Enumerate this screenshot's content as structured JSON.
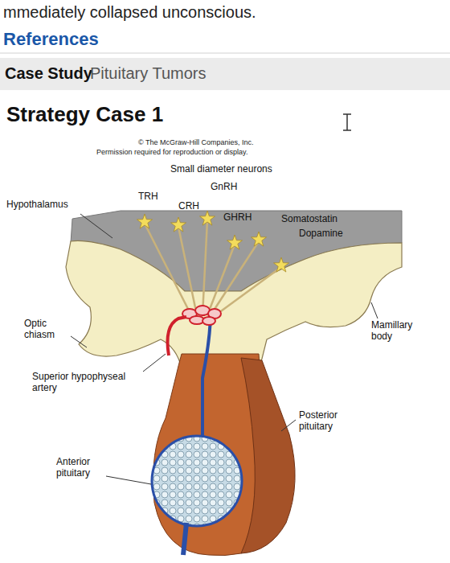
{
  "diagram": {
    "title": "Strategy Case 1",
    "labels": [
      "mmediately collapsed unconscious.",
      "References",
      "Case Study",
      "Pituitary Tumors",
      "© The McGraw-Hill Companies, Inc.",
      "Permission required for reproduction or display.",
      "Small diameter neurons",
      "TRH",
      "GnRH",
      "CRH",
      "GHRH",
      "Somatostatin",
      "Dopamine",
      "Hypothalamus",
      "Optic chiasm",
      "Mamillary body",
      "Superior hypophyseal artery",
      "Posterior pituitary",
      "Anterior pituitary"
    ]
  }
}
